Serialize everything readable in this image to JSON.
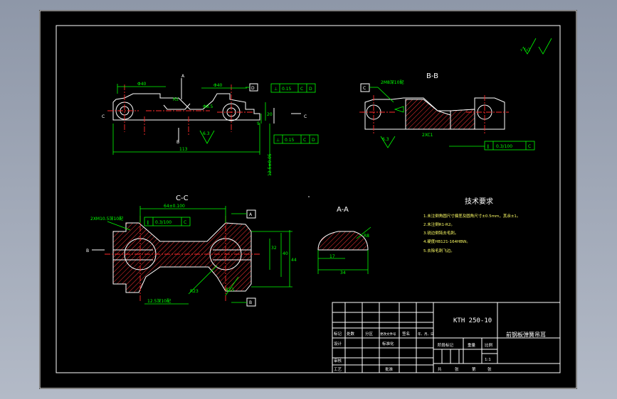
{
  "colors": {
    "background": "#000000",
    "outline": "#ffffff",
    "dimension": "#00ff00",
    "centerline": "#ff2a2a",
    "hatch": "#ff3333"
  },
  "views": {
    "front": {
      "dims": {
        "d1": "Φ40",
        "d2": "Φ40",
        "hole": "Φ8.5",
        "r": "R5",
        "total": "113",
        "h1": "20",
        "h2": "9",
        "angle": "12.5±0.05",
        "rough": "6.3"
      },
      "section_mark": "A",
      "datum_left": "C",
      "datum_right": "C",
      "datum_bottom": "B",
      "tol_top": {
        "sym": "⊥",
        "val": "0.15",
        "ref1": "C",
        "ref2": "D",
        "flag": "D"
      },
      "tol_bottom": {
        "sym": "⊥",
        "val": "0.15",
        "ref1": "C",
        "ref2": "D"
      }
    },
    "section_bb": {
      "title": "B-B",
      "thread": "2M8深10配",
      "chamfer": "2XC1",
      "rough": "6.3",
      "flag": "C",
      "tol": {
        "sym": "∥",
        "val": "0.3/100",
        "ref": "C"
      }
    },
    "section_cc": {
      "title": "C-C",
      "thread": "2XM10.5深10配",
      "center_dist": "64±0.100",
      "tol": {
        "sym": "∥",
        "val": "0.3/100",
        "ref": "C"
      },
      "flag_top": "A",
      "flag_bottom": "B",
      "dims": {
        "w1": "32",
        "w2": "40",
        "w3": "44",
        "r": "R23",
        "r2": "R13",
        "bottom": "12.5深10配"
      },
      "side_mark": "B"
    },
    "section_aa": {
      "title": "A-A",
      "w1": "17",
      "w2": "34",
      "r": "R8"
    }
  },
  "roughness_note": "√ (√)",
  "requirements": {
    "title": "技术要求",
    "items": [
      "1.未注倒角圆尺寸偏差及圆角尺寸±0.5mm，其余±1。",
      "2.未注倒R1-R2。",
      "3.锐边倒钝去毛刺。",
      "4.硬度HB121-164HBW。",
      "5.去除毛刺飞边。"
    ]
  },
  "title_block": {
    "drawing_no": "KTH 250-10",
    "part_name": "前钢板弹簧吊耳",
    "row_mark": [
      "标记",
      "处数",
      "分区",
      "更改文件号",
      "签名",
      "年、月、日"
    ],
    "design": "设计",
    "standard": "标准化",
    "stage": "阶段标记",
    "weight": "重量",
    "scale": "比例",
    "scale_val": "1:1",
    "review": "审核",
    "process": "工艺",
    "approve": "批准",
    "sheet": "共",
    "sheet_of": "张",
    "page": "第",
    "page_of": "张"
  }
}
